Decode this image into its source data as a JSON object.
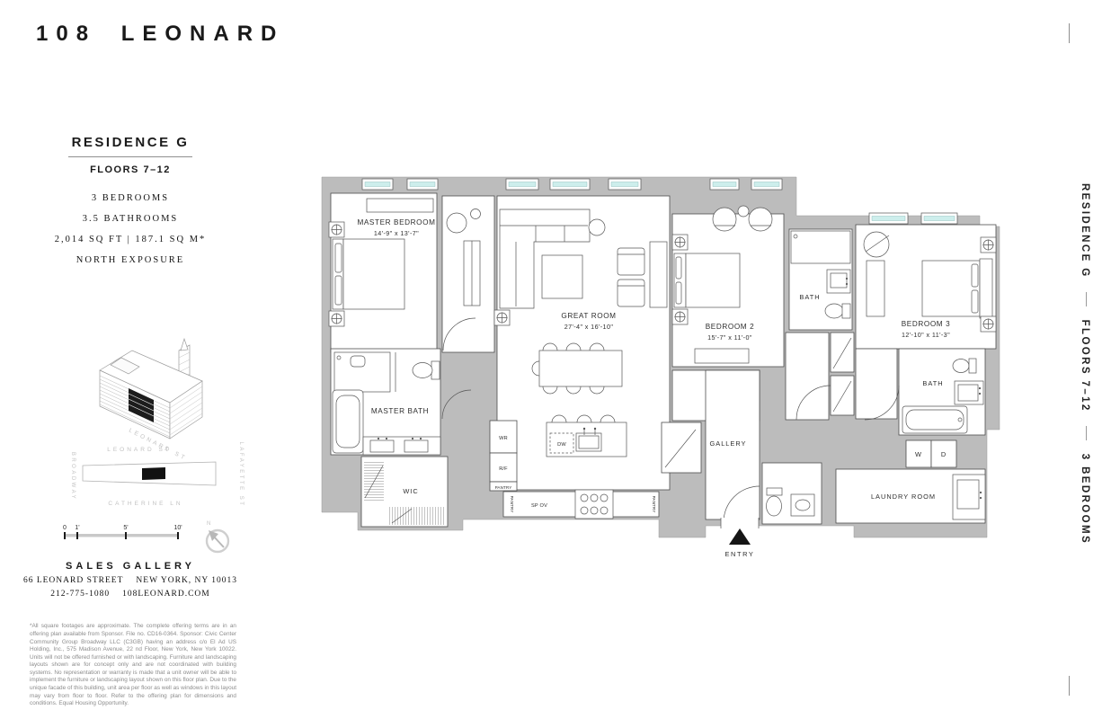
{
  "page": {
    "title": "108 LEONARD"
  },
  "info_panel": {
    "residence": "RESIDENCE G",
    "floors": "FLOORS 7–12",
    "bedrooms": "3 BEDROOMS",
    "bathrooms": "3.5 BATHROOMS",
    "area": "2,014 SQ FT | 187.1 SQ M*",
    "exposure": "NORTH EXPOSURE"
  },
  "map": {
    "building_street_label": "LEONARD ST",
    "street_top": "LEONARD ST",
    "street_left": "BROADWAY",
    "street_right": "LAFAYETTE ST",
    "street_bottom": "CATHERINE LN"
  },
  "scale_bar": {
    "t0": "0",
    "t1": "1'",
    "t5": "5'",
    "t10": "10'"
  },
  "compass": {
    "north": "N"
  },
  "sales": {
    "heading": "SALES GALLERY",
    "address_left": "66 LEONARD STREET",
    "address_right": "NEW YORK, NY 10013",
    "phone": "212-775-1080",
    "web": "108LEONARD.COM"
  },
  "disclaimer": "*All square footages are approximate. The complete offering terms are in an offering plan available from Sponsor. File no. CD16-0364. Sponsor: Civic Center Community Group Broadway LLC (C3GB) having an address c/o El Ad US Holding, Inc., 575 Madison Avenue, 22 nd Floor, New York, New York 10022. Units will not be offered furnished or with landscaping. Furniture and landscaping layouts shown are for concept only and are not coordinated with building systems. No representation or warranty is made that a unit owner will be able to implement the furniture or landscaping layout shown on this floor plan. Due to the unique facade of this building, unit area per floor as well as windows in this layout may vary from floor to floor. Refer to the offering plan for dimensions and conditions. Equal Housing Opportunity.",
  "sidebar": {
    "residence": "RESIDENCE G",
    "floors": "FLOORS 7–12",
    "bedrooms": "3 BEDROOMS"
  },
  "floorplan": {
    "master_bedroom": "MASTER BEDROOM",
    "master_bedroom_dims": "14'-9\" x 13'-7\"",
    "great_room": "GREAT ROOM",
    "great_room_dims": "27'-4\" x 16'-10\"",
    "bedroom_2": "BEDROOM 2",
    "bedroom_2_dims": "15'-7\" x 11'-0\"",
    "bedroom_3": "BEDROOM 3",
    "bedroom_3_dims": "12'-10\" x 11'-3\"",
    "master_bath": "MASTER BATH",
    "bath_2": "BATH",
    "bath_3": "BATH",
    "wic": "WIC",
    "gallery": "GALLERY",
    "laundry_room": "LAUNDRY ROOM",
    "entry": "ENTRY",
    "wr": "WR",
    "rf": "R/F",
    "dw": "DW",
    "sp_ov": "SP OV",
    "pantry_left": "PANTRY",
    "pantry_kitchen_left": "PANTRY",
    "pantry_kitchen_right": "PANTRY",
    "washer": "W",
    "dryer": "D"
  },
  "colors": {
    "wall": "#bcbcbc",
    "window_glass": "#cdeeec",
    "ink": "#1a1a1a"
  }
}
